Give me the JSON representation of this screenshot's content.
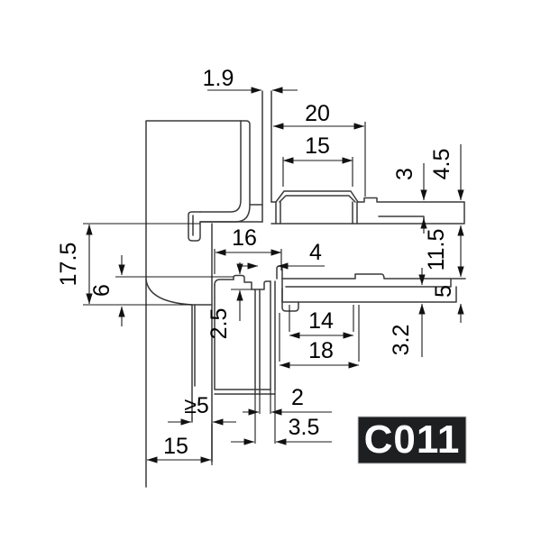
{
  "drawing": {
    "product_code": "C011",
    "dimensions": {
      "top_gap": "1.9",
      "overall_top_width": "20",
      "hat_width": "15",
      "step_thickness": "3",
      "flange_thickness": "4.5",
      "upper_height": "17.5",
      "ledge_offset": "6",
      "leaf_width": "16",
      "hook_gap": "4",
      "channel_height": "11.5",
      "tab_step": "2.5",
      "lower_inner_width": "14",
      "lower_outer_width": "18",
      "lower_bar_height": "5",
      "lower_step": "3.2",
      "wall_thickness": "2",
      "bottom_offset": "3.5",
      "min_clearance": "≥5",
      "frame_depth": "15"
    }
  }
}
